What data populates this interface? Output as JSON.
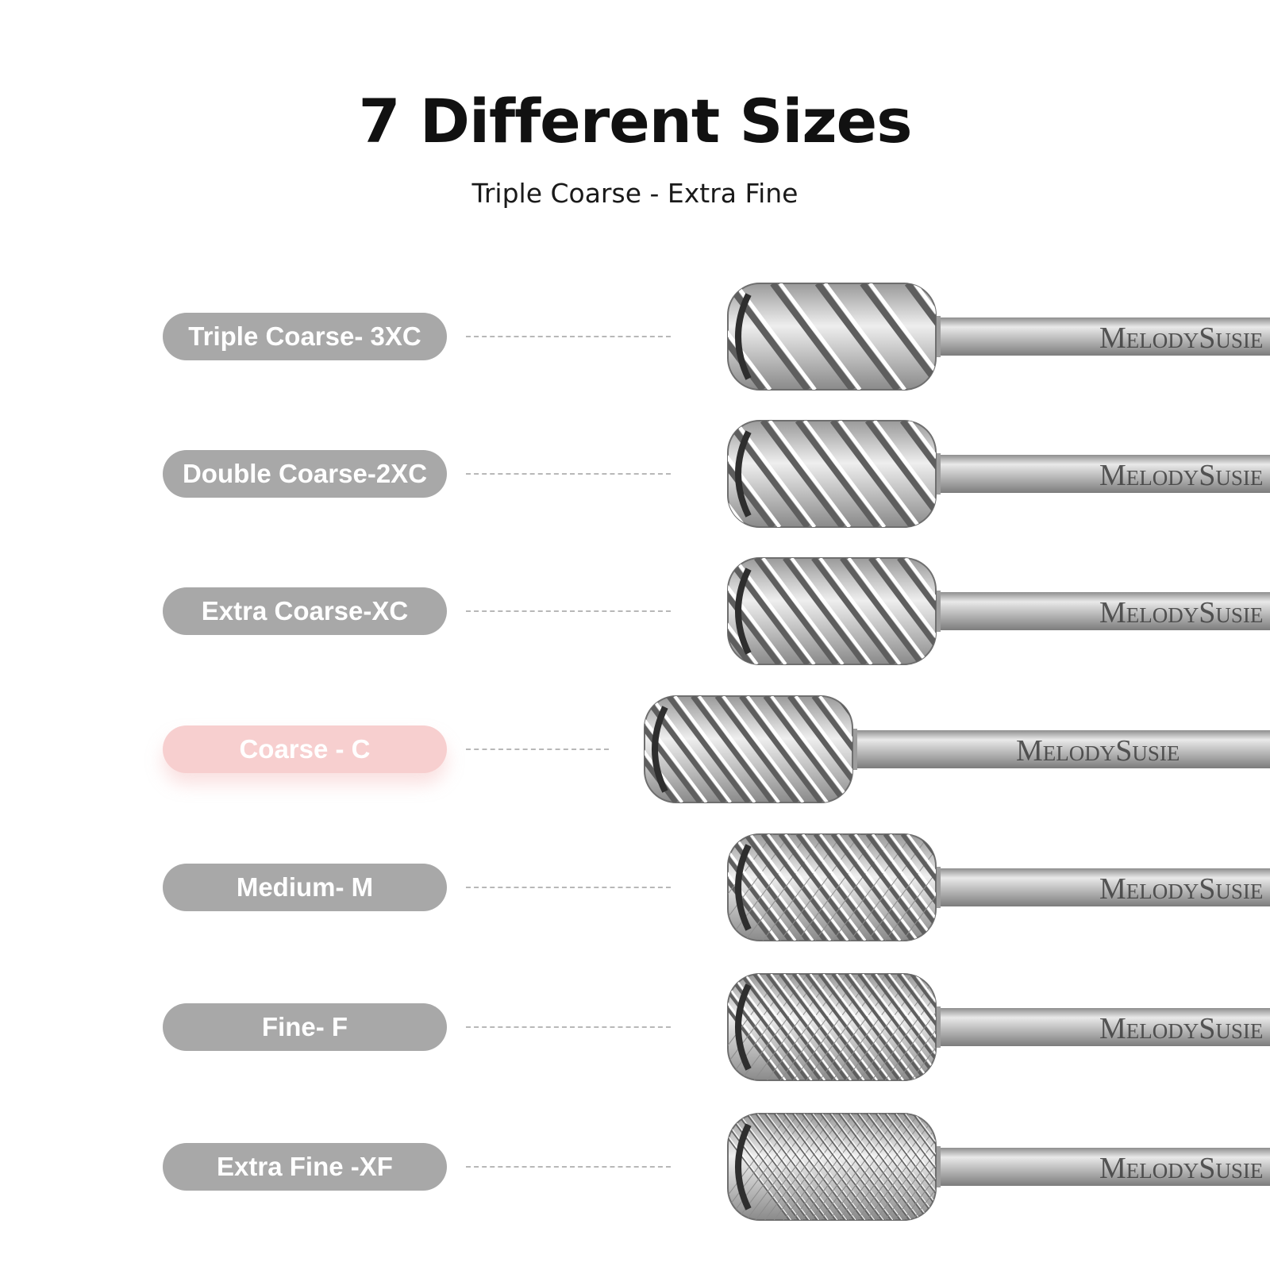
{
  "heading": {
    "title": "7 Different Sizes",
    "subtitle": "Triple Coarse - Extra Fine"
  },
  "colors": {
    "pill": "#a8a8a8",
    "pill_highlight": "#f7cfcf",
    "pill_text": "#ffffff",
    "title": "#111111",
    "dash": "#b8b8b8"
  },
  "grits": [
    {
      "label": "Triple Coarse- 3XC",
      "brand": "MelodySusie",
      "highlight": false,
      "flute_density": 7
    },
    {
      "label": "Double Coarse-2XC",
      "brand": "MelodySusie",
      "highlight": false,
      "flute_density": 9
    },
    {
      "label": "Extra Coarse-XC",
      "brand": "MelodySusie",
      "highlight": false,
      "flute_density": 11
    },
    {
      "label": "Coarse - C",
      "brand": "MelodySusie",
      "highlight": true,
      "flute_density": 13
    },
    {
      "label": "Medium- M",
      "brand": "MelodySusie",
      "highlight": false,
      "flute_density": 18
    },
    {
      "label": "Fine- F",
      "brand": "MelodySusie",
      "highlight": false,
      "flute_density": 24
    },
    {
      "label": "Extra Fine -XF",
      "brand": "MelodySusie",
      "highlight": false,
      "flute_density": 34
    }
  ]
}
